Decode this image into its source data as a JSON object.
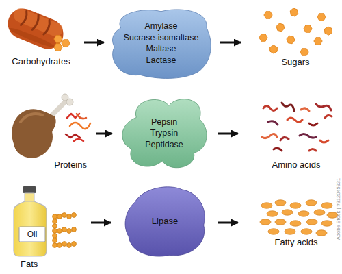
{
  "diagram": {
    "nodes": [
      {
        "text": [
          "Carbohydrates"
        ]
      },
      {
        "text": [
          "Amylase",
          "Sucrase-isomaltase",
          "Maltase",
          "Lactase"
        ]
      },
      {
        "text": [
          "Sugars"
        ]
      },
      {
        "text": [
          "Proteins"
        ]
      },
      {
        "text": [
          "Pepsin",
          "Trypsin",
          "Peptidase"
        ]
      },
      {
        "text": [
          "Amino acids"
        ]
      },
      {
        "text": [
          "Fats"
        ]
      },
      {
        "text": [
          "Lipase"
        ]
      },
      {
        "text": [
          "Fatty acids"
        ]
      }
    ],
    "edges": [
      {
        "from": 0,
        "to": 1,
        "arrow": "to"
      },
      {
        "from": 1,
        "to": 2,
        "arrow": "to"
      },
      {
        "from": 3,
        "to": 4,
        "arrow": "to"
      },
      {
        "from": 4,
        "to": 5,
        "arrow": "to"
      },
      {
        "from": 6,
        "to": 7,
        "arrow": "to"
      },
      {
        "from": 7,
        "to": 8,
        "arrow": "to"
      }
    ],
    "labels": [
      "Oil",
      "Adobe Stock | #312045931"
    ]
  }
}
